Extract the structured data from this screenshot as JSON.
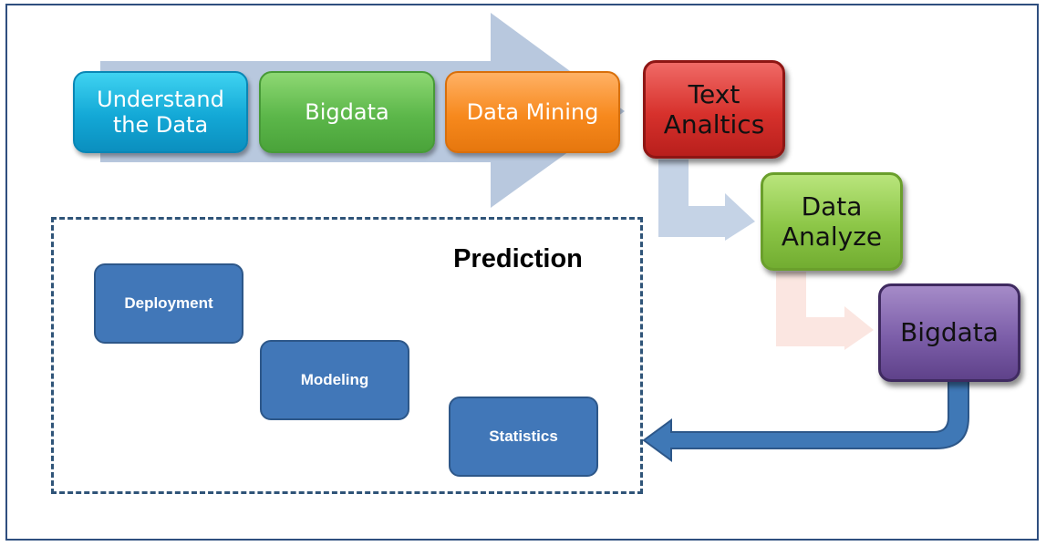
{
  "process_steps": [
    {
      "label": "Understand the Data"
    },
    {
      "label": "Bigdata"
    },
    {
      "label": "Data Mining"
    }
  ],
  "side_steps": [
    {
      "label": "Text Analtics"
    },
    {
      "label": "Data Analyze"
    },
    {
      "label": "Bigdata"
    }
  ],
  "prediction": {
    "title": "Prediction",
    "items": [
      {
        "label": "Deployment"
      },
      {
        "label": "Modeling"
      },
      {
        "label": "Statistics"
      }
    ]
  },
  "colors": {
    "frame": "#2f4f7f",
    "big_arrow": "#b8c8de",
    "connector_arrow_1": "#c5d3e6",
    "connector_arrow_2": "#fbe6e1",
    "return_arrow": "#3f78b6",
    "prediction_border": "#2f5478",
    "prediction_item": "#4177b8"
  }
}
